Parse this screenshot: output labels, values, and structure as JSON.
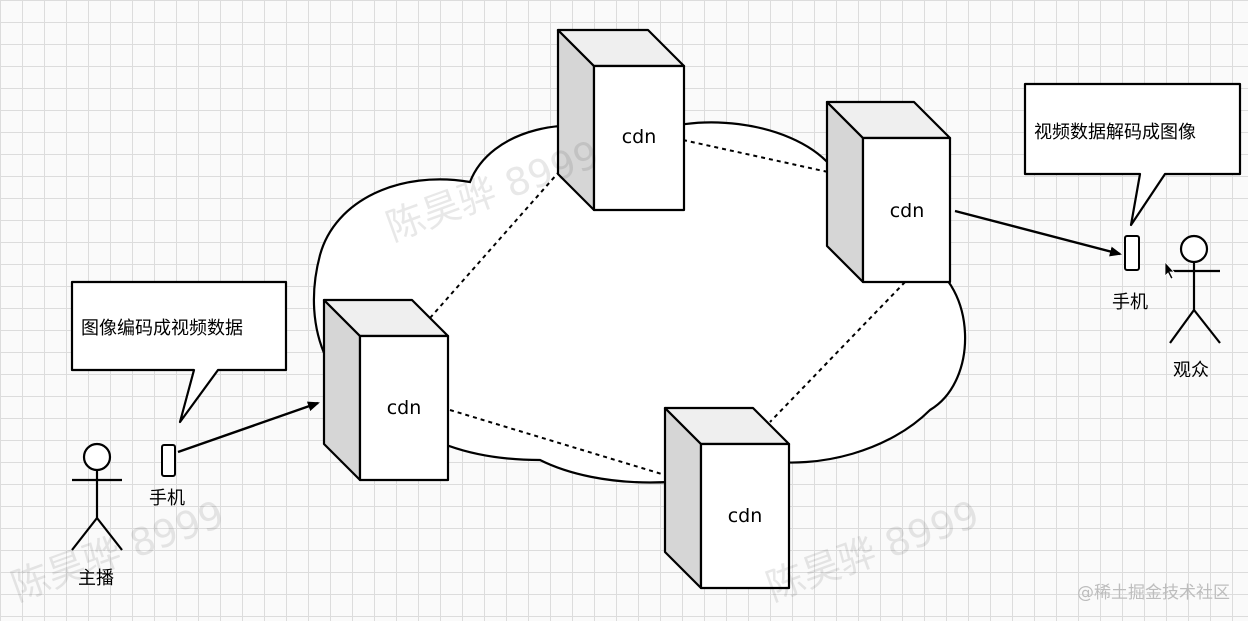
{
  "nodes": {
    "cdn_top": "cdn",
    "cdn_right": "cdn",
    "cdn_left": "cdn",
    "cdn_bottom": "cdn"
  },
  "broadcaster": {
    "role_label": "主播",
    "device_label": "手机",
    "callout": "图像编码成视频数据"
  },
  "viewer": {
    "role_label": "观众",
    "device_label": "手机",
    "callout": "视频数据解码成图像"
  },
  "watermark": "陈昊骅 8999",
  "credit": "@稀土掘金技术社区"
}
